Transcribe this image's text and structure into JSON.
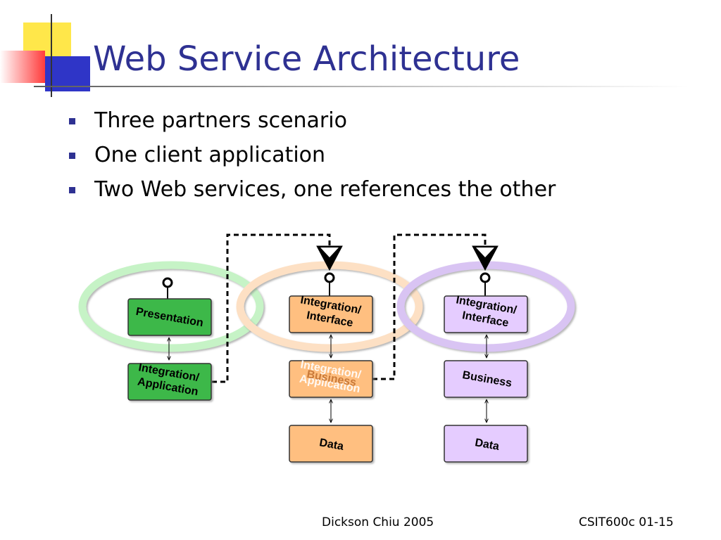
{
  "slide": {
    "title": "Web Service Architecture",
    "bullets": [
      "Three partners scenario",
      "One client application",
      "Two Web services, one references the other"
    ],
    "footer_left": "Dickson Chiu 2005",
    "footer_right": "CSIT600c 01-15"
  },
  "diagram": {
    "client": {
      "ring_color": "#c6f3c6",
      "box_fill": "#3db84a",
      "boxes": [
        {
          "id": "client-presentation",
          "lines": [
            "Presentation"
          ]
        },
        {
          "id": "client-integration",
          "lines": [
            "Integration/",
            "Application"
          ]
        }
      ]
    },
    "service1": {
      "ring_color": "#fde0c4",
      "box_fill": "#ffbf80",
      "boxes": [
        {
          "id": "service1-integration",
          "lines": [
            "Integration/",
            "Interface"
          ]
        },
        {
          "id": "service1-business",
          "lines": [
            "Business"
          ],
          "overlay_lines": [
            "Integration/",
            "Application"
          ]
        },
        {
          "id": "service1-data",
          "lines": [
            "Data"
          ]
        }
      ]
    },
    "service2": {
      "ring_color": "#d9c4f3",
      "box_fill": "#e5ccff",
      "boxes": [
        {
          "id": "service2-integration",
          "lines": [
            "Integration/",
            "Interface"
          ]
        },
        {
          "id": "service2-business",
          "lines": [
            "Business"
          ]
        },
        {
          "id": "service2-data",
          "lines": [
            "Data"
          ]
        }
      ]
    }
  }
}
